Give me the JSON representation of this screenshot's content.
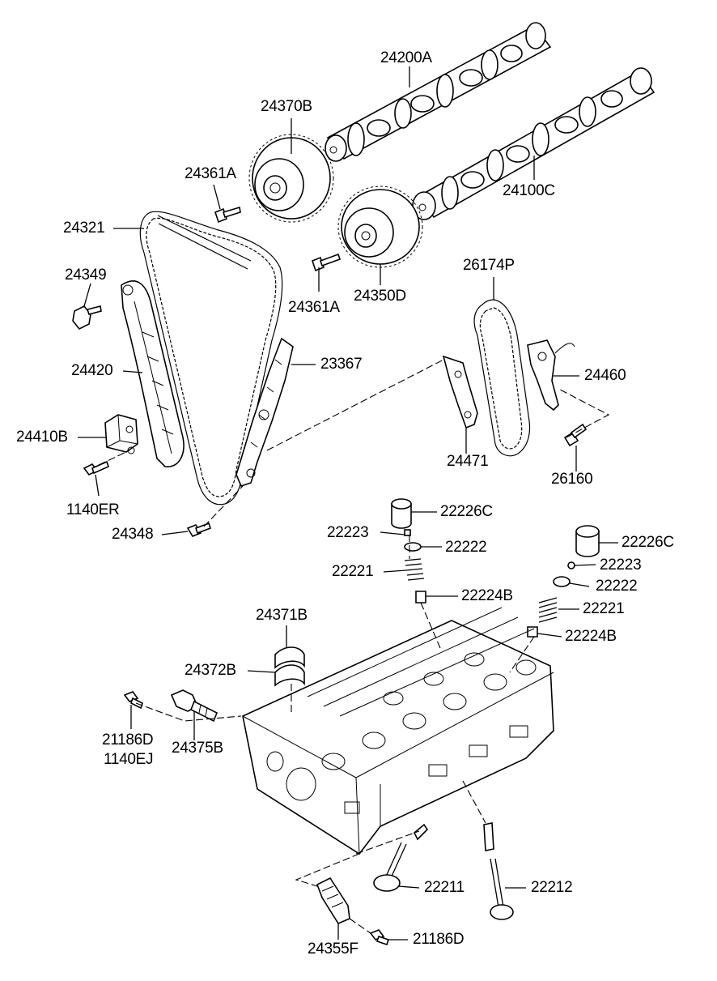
{
  "colors": {
    "line": "#000000",
    "background": "#ffffff"
  },
  "labels": [
    {
      "id": "24200A",
      "text": "24200A"
    },
    {
      "id": "24370B",
      "text": "24370B"
    },
    {
      "id": "24361A_top",
      "text": "24361A"
    },
    {
      "id": "24321",
      "text": "24321"
    },
    {
      "id": "24100C",
      "text": "24100C"
    },
    {
      "id": "24349",
      "text": "24349"
    },
    {
      "id": "24361A_bottom",
      "text": "24361A"
    },
    {
      "id": "24350D",
      "text": "24350D"
    },
    {
      "id": "26174P",
      "text": "26174P"
    },
    {
      "id": "24420",
      "text": "24420"
    },
    {
      "id": "23367",
      "text": "23367"
    },
    {
      "id": "24460",
      "text": "24460"
    },
    {
      "id": "24410B",
      "text": "24410B"
    },
    {
      "id": "24471",
      "text": "24471"
    },
    {
      "id": "26160",
      "text": "26160"
    },
    {
      "id": "1140ER",
      "text": "1140ER"
    },
    {
      "id": "22226C_a",
      "text": "22226C"
    },
    {
      "id": "24348",
      "text": "24348"
    },
    {
      "id": "22223_a",
      "text": "22223"
    },
    {
      "id": "22222_a",
      "text": "22222"
    },
    {
      "id": "22226C_b",
      "text": "22226C"
    },
    {
      "id": "22223_b",
      "text": "22223"
    },
    {
      "id": "22221_a",
      "text": "22221"
    },
    {
      "id": "22222_b",
      "text": "22222"
    },
    {
      "id": "22224B_a",
      "text": "22224B"
    },
    {
      "id": "22221_b",
      "text": "22221"
    },
    {
      "id": "24371B",
      "text": "24371B"
    },
    {
      "id": "22224B_b",
      "text": "22224B"
    },
    {
      "id": "24372B",
      "text": "24372B"
    },
    {
      "id": "21186D_a",
      "text": "21186D"
    },
    {
      "id": "1140EJ",
      "text": "1140EJ"
    },
    {
      "id": "24375B",
      "text": "24375B"
    },
    {
      "id": "22211",
      "text": "22211"
    },
    {
      "id": "22212",
      "text": "22212"
    },
    {
      "id": "21186D_b",
      "text": "21186D"
    },
    {
      "id": "24355F",
      "text": "24355F"
    }
  ]
}
